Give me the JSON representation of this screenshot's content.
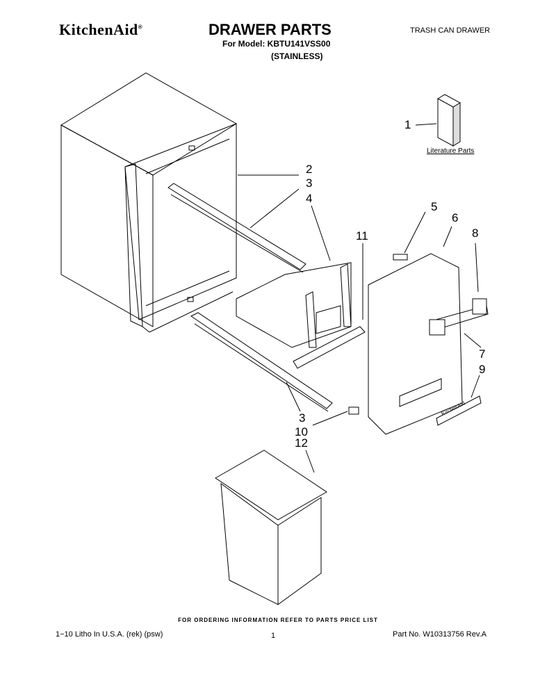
{
  "header": {
    "brand": "KitchenAid",
    "brand_mark": "®",
    "title": "DRAWER PARTS",
    "model_line": "For Model: KBTU141VSS00",
    "variant": "(STAINLESS)",
    "section": "TRASH CAN DRAWER"
  },
  "diagram": {
    "literature_label": "Literature Parts",
    "handle_badge_text": "KitchenAid",
    "callouts": [
      {
        "id": "c1",
        "label": "1"
      },
      {
        "id": "c2",
        "label": "2"
      },
      {
        "id": "c3a",
        "label": "3"
      },
      {
        "id": "c4",
        "label": "4"
      },
      {
        "id": "c5",
        "label": "5"
      },
      {
        "id": "c6",
        "label": "6"
      },
      {
        "id": "c8",
        "label": "8"
      },
      {
        "id": "c11",
        "label": "11"
      },
      {
        "id": "c7",
        "label": "7"
      },
      {
        "id": "c9",
        "label": "9"
      },
      {
        "id": "c3b",
        "label": "3"
      },
      {
        "id": "c10",
        "label": "10"
      },
      {
        "id": "c12",
        "label": "12"
      }
    ]
  },
  "footer": {
    "ordering_note": "FOR ORDERING INFORMATION REFER TO PARTS PRICE LIST",
    "litho": "1−10 Litho In U.S.A. (rek) (psw)",
    "page": "1",
    "part_no": "Part No. W10313756 Rev.A"
  }
}
